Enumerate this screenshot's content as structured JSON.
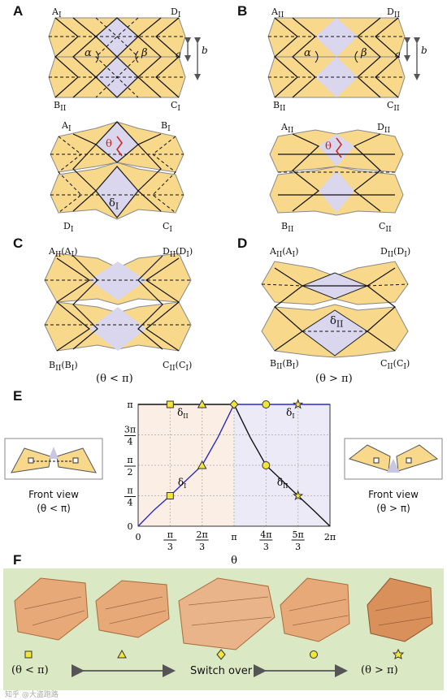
{
  "panels": {
    "A": {
      "label": "A",
      "top": {
        "tl": "A",
        "tl_sub": "I",
        "tr": "D",
        "tr_sub": "I",
        "bl": "B",
        "bl_sub": "II",
        "br": "C",
        "br_sub": "I",
        "alpha": "α",
        "beta": "β",
        "a": "a",
        "b": "b"
      },
      "bottom": {
        "tl": "A",
        "tl_sub": "I",
        "tr": "B",
        "tr_sub": "I",
        "bl": "D",
        "bl_sub": "I",
        "br": "C",
        "br_sub": "I",
        "theta": "θ",
        "delta": "δ",
        "delta_sub": "I"
      }
    },
    "B": {
      "label": "B",
      "top": {
        "tl": "A",
        "tl_sub": "II",
        "tr": "D",
        "tr_sub": "II",
        "bl": "B",
        "bl_sub": "II",
        "br": "C",
        "br_sub": "II",
        "alpha": "α",
        "beta": "β",
        "a": "a",
        "b": "b"
      },
      "bottom": {
        "tl": "A",
        "tl_sub": "II",
        "tr": "D",
        "tr_sub": "II",
        "bl": "B",
        "bl_sub": "II",
        "br": "C",
        "br_sub": "II",
        "theta": "θ"
      }
    },
    "C": {
      "label": "C",
      "tl": "A",
      "tl_sub": "II",
      "tl_par": "(A",
      "tl_par_sub": "I",
      "tr": "D",
      "tr_sub": "II",
      "tr_par": "(D",
      "tr_par_sub": "I",
      "bl": "B",
      "bl_sub": "II",
      "bl_par": "(B",
      "bl_par_sub": "I",
      "br": "C",
      "br_sub": "II",
      "br_par": "(C",
      "br_par_sub": "I",
      "condition": "(θ < π)"
    },
    "D": {
      "label": "D",
      "tl": "A",
      "tl_sub": "II",
      "tl_par": "(A",
      "tl_par_sub": "I",
      "tr": "D",
      "tr_sub": "II",
      "tr_par": "(D",
      "tr_par_sub": "I",
      "bl": "B",
      "bl_sub": "II",
      "bl_par": "(B",
      "bl_par_sub": "I",
      "br": "C",
      "br_sub": "II",
      "br_par": "(C",
      "br_par_sub": "I",
      "delta": "δ",
      "delta_sub": "II",
      "condition": "(θ > π)"
    },
    "E": {
      "label": "E",
      "front_left": "Front view",
      "front_left_cond": "(θ < π)",
      "front_right": "Front view",
      "front_right_cond": "(θ > π)"
    },
    "F": {
      "label": "F",
      "left_cond": "(θ < π)",
      "middle": "Switch over",
      "right_cond": "(θ > π)"
    }
  },
  "chart_data": {
    "type": "line",
    "xlabel": "θ",
    "ylabel": "",
    "xlim": [
      0,
      6.2832
    ],
    "ylim": [
      0,
      3.1416
    ],
    "x_ticks": [
      {
        "v": 0,
        "label": "0"
      },
      {
        "v": 1.0472,
        "label": "π/3"
      },
      {
        "v": 2.0944,
        "label": "2π/3"
      },
      {
        "v": 3.1416,
        "label": "π"
      },
      {
        "v": 4.1888,
        "label": "4π/3"
      },
      {
        "v": 5.236,
        "label": "5π/3"
      },
      {
        "v": 6.2832,
        "label": "2π"
      }
    ],
    "y_ticks": [
      {
        "v": 0,
        "label": "0"
      },
      {
        "v": 0.7854,
        "label": "π/4"
      },
      {
        "v": 1.5708,
        "label": "π/2"
      },
      {
        "v": 2.3562,
        "label": "3π/4"
      },
      {
        "v": 3.1416,
        "label": "π"
      }
    ],
    "series": [
      {
        "name": "δI",
        "color": "#2b2bbf",
        "x": [
          0,
          0.5236,
          1.0472,
          1.5708,
          2.0944,
          2.618,
          3.1416,
          3.5,
          4.0,
          4.5,
          5.0,
          5.5,
          6.2832
        ],
        "y": [
          0,
          0.42,
          0.7854,
          1.18,
          1.5708,
          2.3,
          3.1416,
          3.1416,
          3.1416,
          3.1416,
          3.1416,
          3.1416,
          3.1416
        ],
        "label": "δ",
        "label_sub": "I",
        "label_at": [
          1.3,
          1.05
        ]
      },
      {
        "name": "δII",
        "color": "#111111",
        "x": [
          0,
          0.5,
          1.0,
          1.5,
          2.0,
          2.5,
          3.1416,
          3.665,
          4.1888,
          4.712,
          5.236,
          5.76,
          6.2832
        ],
        "y": [
          3.1416,
          3.1416,
          3.1416,
          3.1416,
          3.1416,
          3.1416,
          3.1416,
          2.3,
          1.5708,
          1.18,
          0.7854,
          0.4,
          0
        ],
        "label": "δ",
        "label_sub": "II",
        "label_at": [
          4.55,
          1.05
        ]
      }
    ],
    "top_labels": [
      {
        "label": "δ",
        "label_sub": "II",
        "at": [
          1.28,
          2.85
        ]
      },
      {
        "label": "δ",
        "label_sub": "I",
        "at": [
          4.85,
          2.85
        ]
      }
    ],
    "markers": [
      {
        "shape": "square",
        "x": 1.0472,
        "y": 0.7854
      },
      {
        "shape": "square",
        "x": 1.0472,
        "y": 3.1416
      },
      {
        "shape": "triangle",
        "x": 2.0944,
        "y": 1.5708
      },
      {
        "shape": "triangle",
        "x": 2.0944,
        "y": 3.1416
      },
      {
        "shape": "diamond",
        "x": 3.1416,
        "y": 3.1416
      },
      {
        "shape": "circle",
        "x": 4.1888,
        "y": 1.5708
      },
      {
        "shape": "circle",
        "x": 4.1888,
        "y": 3.1416
      },
      {
        "shape": "star",
        "x": 5.236,
        "y": 0.7854
      },
      {
        "shape": "star",
        "x": 5.236,
        "y": 3.1416
      }
    ],
    "regions": [
      {
        "from": 0,
        "to": 3.1416,
        "color": "#fbeee4"
      },
      {
        "from": 3.1416,
        "to": 6.2832,
        "color": "#ebeaf6"
      }
    ],
    "grid": true
  },
  "colors": {
    "paper": "#f8d88a",
    "paper_edge": "#7a7a7a",
    "diamond": "#d9d6ee",
    "crease_red": "#cc2222",
    "photo_bg": "#dbe8c4",
    "photo_card": "#e8a979",
    "marker_fill": "#f2e63a",
    "arrow": "#666666"
  },
  "watermark": "知乎 @大盗跑路"
}
